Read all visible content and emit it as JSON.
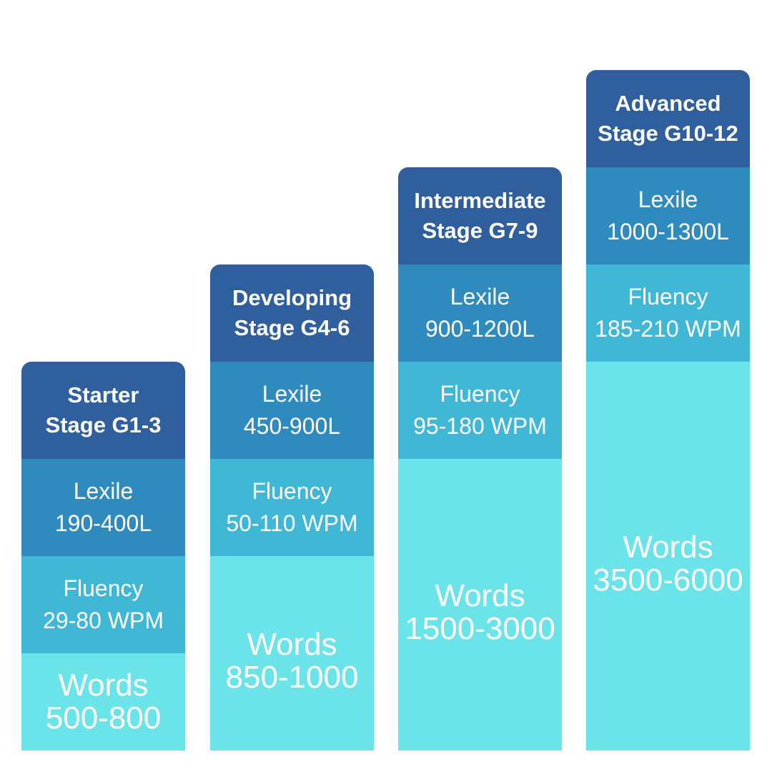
{
  "stages": [
    {
      "title_line1": "Starter",
      "title_line2": "Stage G1-3",
      "lexile_label": "Lexile",
      "lexile": "190-400L",
      "fluency_label": "Fluency",
      "fluency": "29-80 WPM",
      "words_label": "Words",
      "words": "500-800"
    },
    {
      "title_line1": "Developing",
      "title_line2": "Stage G4-6",
      "lexile_label": "Lexile",
      "lexile": "450-900L",
      "fluency_label": "Fluency",
      "fluency": "50-110 WPM",
      "words_label": "Words",
      "words": "850-1000"
    },
    {
      "title_line1": "Intermediate",
      "title_line2": "Stage G7-9",
      "lexile_label": "Lexile",
      "lexile": "900-1200L",
      "fluency_label": "Fluency",
      "fluency": "95-180 WPM",
      "words_label": "Words",
      "words": "1500-3000"
    },
    {
      "title_line1": "Advanced",
      "title_line2": "Stage G10-12",
      "lexile_label": "Lexile",
      "lexile": "1000-1300L",
      "fluency_label": "Fluency",
      "fluency": "185-210 WPM",
      "words_label": "Words",
      "words": "3500-6000"
    }
  ],
  "colors": {
    "header": "#2f5f9c",
    "lexile": "#2f8bbd",
    "fluency": "#41b7d6",
    "words": "#6ae4e8"
  }
}
